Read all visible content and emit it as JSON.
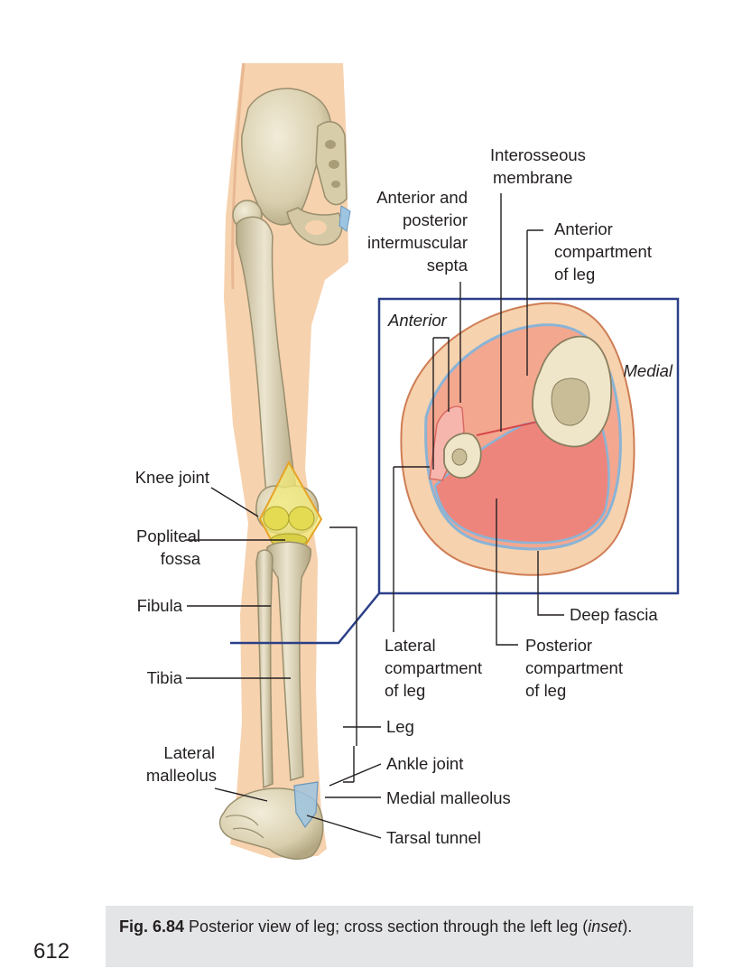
{
  "labels": {
    "interosseous_1": "Interosseous",
    "interosseous_2": "membrane",
    "septa_1": "Anterior and",
    "septa_2": "posterior",
    "septa_3": "intermuscular",
    "septa_4": "septa",
    "ant_comp_1": "Anterior",
    "ant_comp_2": "compartment",
    "ant_comp_3": "of leg",
    "anterior": "Anterior",
    "medial": "Medial",
    "knee_joint": "Knee joint",
    "popliteal_1": "Popliteal",
    "popliteal_2": "fossa",
    "fibula": "Fibula",
    "tibia": "Tibia",
    "deep_fascia": "Deep fascia",
    "lat_comp_1": "Lateral",
    "lat_comp_2": "compartment",
    "lat_comp_3": "of leg",
    "post_comp_1": "Posterior",
    "post_comp_2": "compartment",
    "post_comp_3": "of leg",
    "leg": "Leg",
    "lat_mall_1": "Lateral",
    "lat_mall_2": "malleolus",
    "ankle_joint": "Ankle joint",
    "medial_malleolus": "Medial malleolus",
    "tarsal_tunnel": "Tarsal tunnel"
  },
  "caption": {
    "fig_number": "Fig. 6.84",
    "text": "Posterior view of leg; cross section through the left leg",
    "inset_open": "(",
    "inset_word": "inset",
    "inset_close": ")."
  },
  "page_number": "612",
  "colors": {
    "skin": "#f6d2ae",
    "bone": "#e4dcc2",
    "bone_shadow": "#b7ab8a",
    "inset_border": "#2b3f87",
    "posterior_comp": "#ee857c",
    "anterior_comp": "#f4a78f",
    "lateral_comp": "#f6b6ad",
    "fascia_blue": "#8ab4d6",
    "caption_bg": "#e4e5e6"
  }
}
